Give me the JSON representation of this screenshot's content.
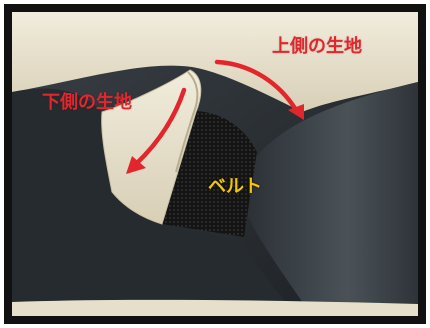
{
  "labels": {
    "upper_fabric": "上側の生地",
    "lower_fabric": "下側の生地",
    "belt": "ベルト"
  },
  "colors": {
    "annotation_red": "#e3262b",
    "annotation_yellow": "#f4c500",
    "frame": "#111111",
    "leather_beige": "#e9e2cf",
    "seat_dark": "#2b3035"
  },
  "icons": {
    "arrow_upper": "curved-arrow-right-down",
    "arrow_lower": "curved-arrow-left-down"
  }
}
